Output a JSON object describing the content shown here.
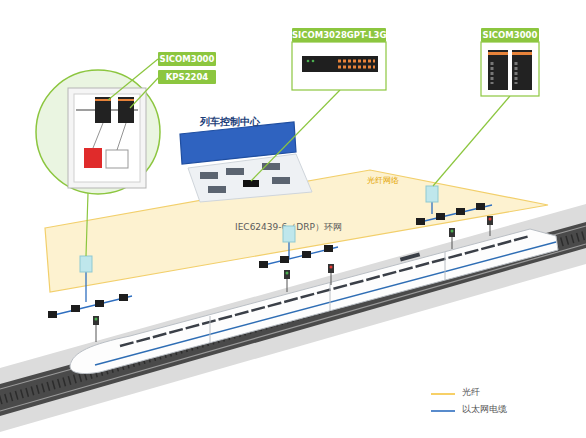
{
  "diagram": {
    "nodes": [
      {
        "text": [
          "光纤网络",
          "IEC62439-6（DRP）环网"
        ]
      },
      {
        "text": [
          "列车控制中心"
        ]
      },
      {
        "text": [
          "SICOM3000"
        ]
      },
      {
        "text": [
          "KPS2204"
        ]
      },
      {
        "text": [
          "SICOM3028GPT-L3G"
        ]
      },
      {
        "text": [
          "SICOM3000"
        ]
      }
    ],
    "legend": [
      {
        "text": "光纤"
      },
      {
        "text": "以太网电缆"
      }
    ]
  }
}
